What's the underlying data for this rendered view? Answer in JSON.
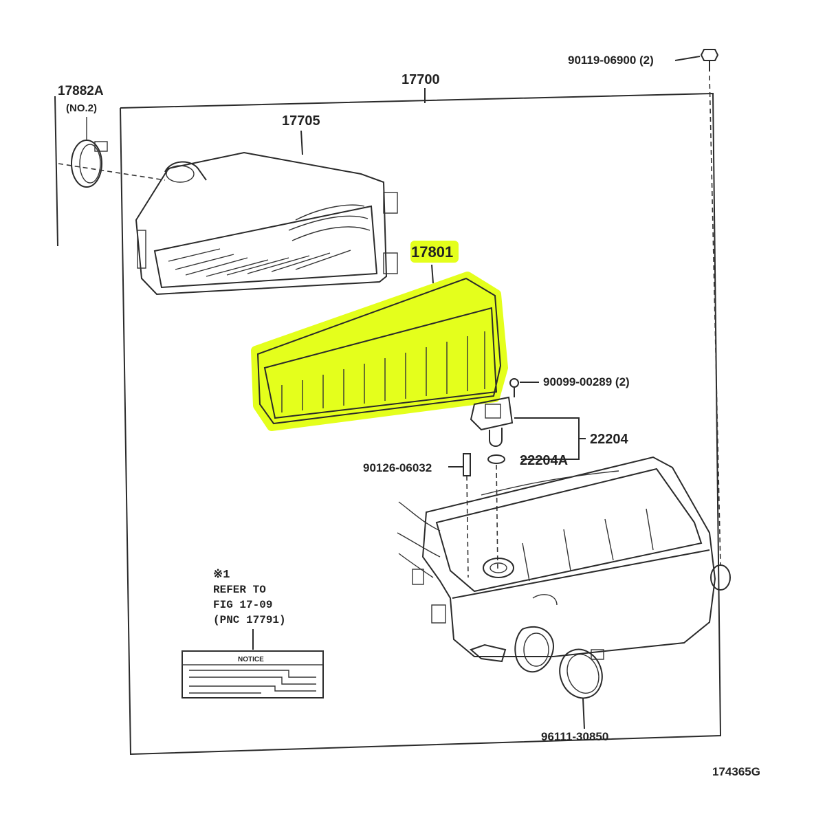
{
  "labels": {
    "assembly": "17700",
    "clamp_top": "17882A",
    "clamp_top_note": "(NO.2)",
    "cap": "17705",
    "element": "17801",
    "bolt_top": "90119-06900 (2)",
    "screw": "90099-00289 (2)",
    "sensor": "22204",
    "sensor_gasket": "22204A",
    "stud": "90126-06032",
    "clamp_bottom": "96111-30850",
    "fig_code": "174365G"
  },
  "note": {
    "symbol": "※1",
    "line1": "REFER TO",
    "line2": "FIG 17-09",
    "line3": "(PNC 17791)",
    "plate_title": "NOTICE"
  },
  "colors": {
    "highlight": "#e4ff1c",
    "ink": "#2a2a2a"
  }
}
